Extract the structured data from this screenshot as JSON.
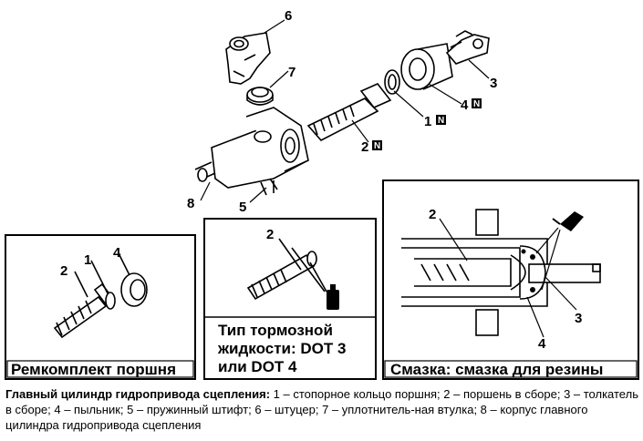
{
  "callouts": {
    "top": {
      "l1": "1",
      "l1_mark": "N",
      "l2": "2",
      "l2_mark": "N",
      "l3": "3",
      "l4": "4",
      "l4_mark": "N",
      "l5": "5",
      "l6": "6",
      "l7": "7",
      "l8": "8"
    },
    "kit": {
      "l1": "1",
      "l2": "2",
      "l4": "4"
    },
    "fluid": {
      "l2": "2"
    },
    "grease": {
      "l2": "2",
      "l3": "3",
      "l4": "4"
    }
  },
  "boxes": {
    "kit_title": "Ремкомплект поршня",
    "fluid_title_line1": "Тип тормозной",
    "fluid_title_line2": "жидкости: DOT 3",
    "fluid_title_line3": "или DOT 4",
    "grease_title": "Смазка: смазка для резины"
  },
  "caption": {
    "title": "Главный цилиндр гидропривода сцепления:",
    "text": " 1 – стопорное кольцо поршня; 2 – поршень в сборе; 3 – толкатель в сборе; 4 – пыльник; 5 – пружинный штифт; 6 – штуцер; 7 – уплотнитель-ная втулка; 8 – корпус главного цилиндра гидропривода сцепления"
  }
}
